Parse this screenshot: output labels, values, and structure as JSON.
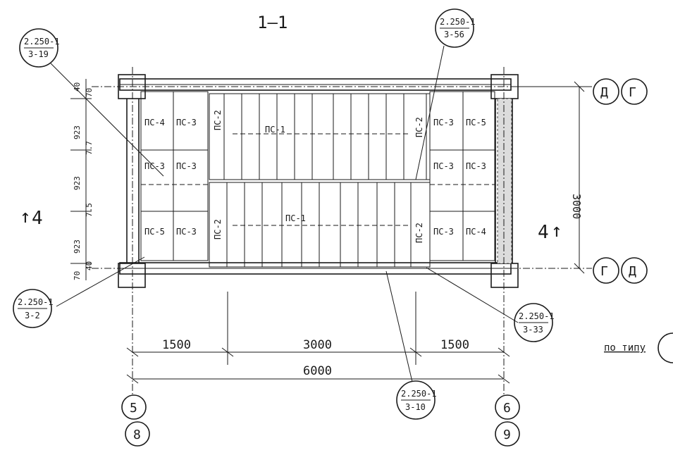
{
  "section_title": "1—1",
  "callouts": [
    {
      "top": "2.250-1",
      "bottom": "3-19"
    },
    {
      "top": "2.250-1",
      "bottom": "3-56"
    },
    {
      "top": "2.250-1",
      "bottom": "3-2"
    },
    {
      "top": "2.250-1",
      "bottom": "3-33"
    },
    {
      "top": "2.250-1",
      "bottom": "3-10"
    }
  ],
  "axis_marks": {
    "top_right_1": "Д",
    "top_right_2": "Г",
    "bottom_right_1": "Г",
    "bottom_right_2": "Д",
    "bottom_left_1": "5",
    "bottom_left_2": "8",
    "bottom_right_axis_1": "6",
    "bottom_right_axis_2": "9"
  },
  "section_marks": {
    "left": "4",
    "right": "4"
  },
  "dims_horizontal": {
    "left": "1500",
    "middle": "3000",
    "right": "1500",
    "total": "6000"
  },
  "dims_vertical": {
    "right_total": "3000",
    "seg1": "923",
    "seg2": "923",
    "seg3": "923",
    "gap1": "7.7",
    "gap2": "7.5",
    "top_small": "40",
    "top_small2": "70",
    "bottom_small": "40",
    "bottom_small2": "70"
  },
  "panels": {
    "pc1": "ПС-1",
    "pc2": "ПС-2",
    "pc3": "ПС-3",
    "pc4": "ПС-4",
    "pc5": "ПС-5"
  },
  "note": "по типу"
}
